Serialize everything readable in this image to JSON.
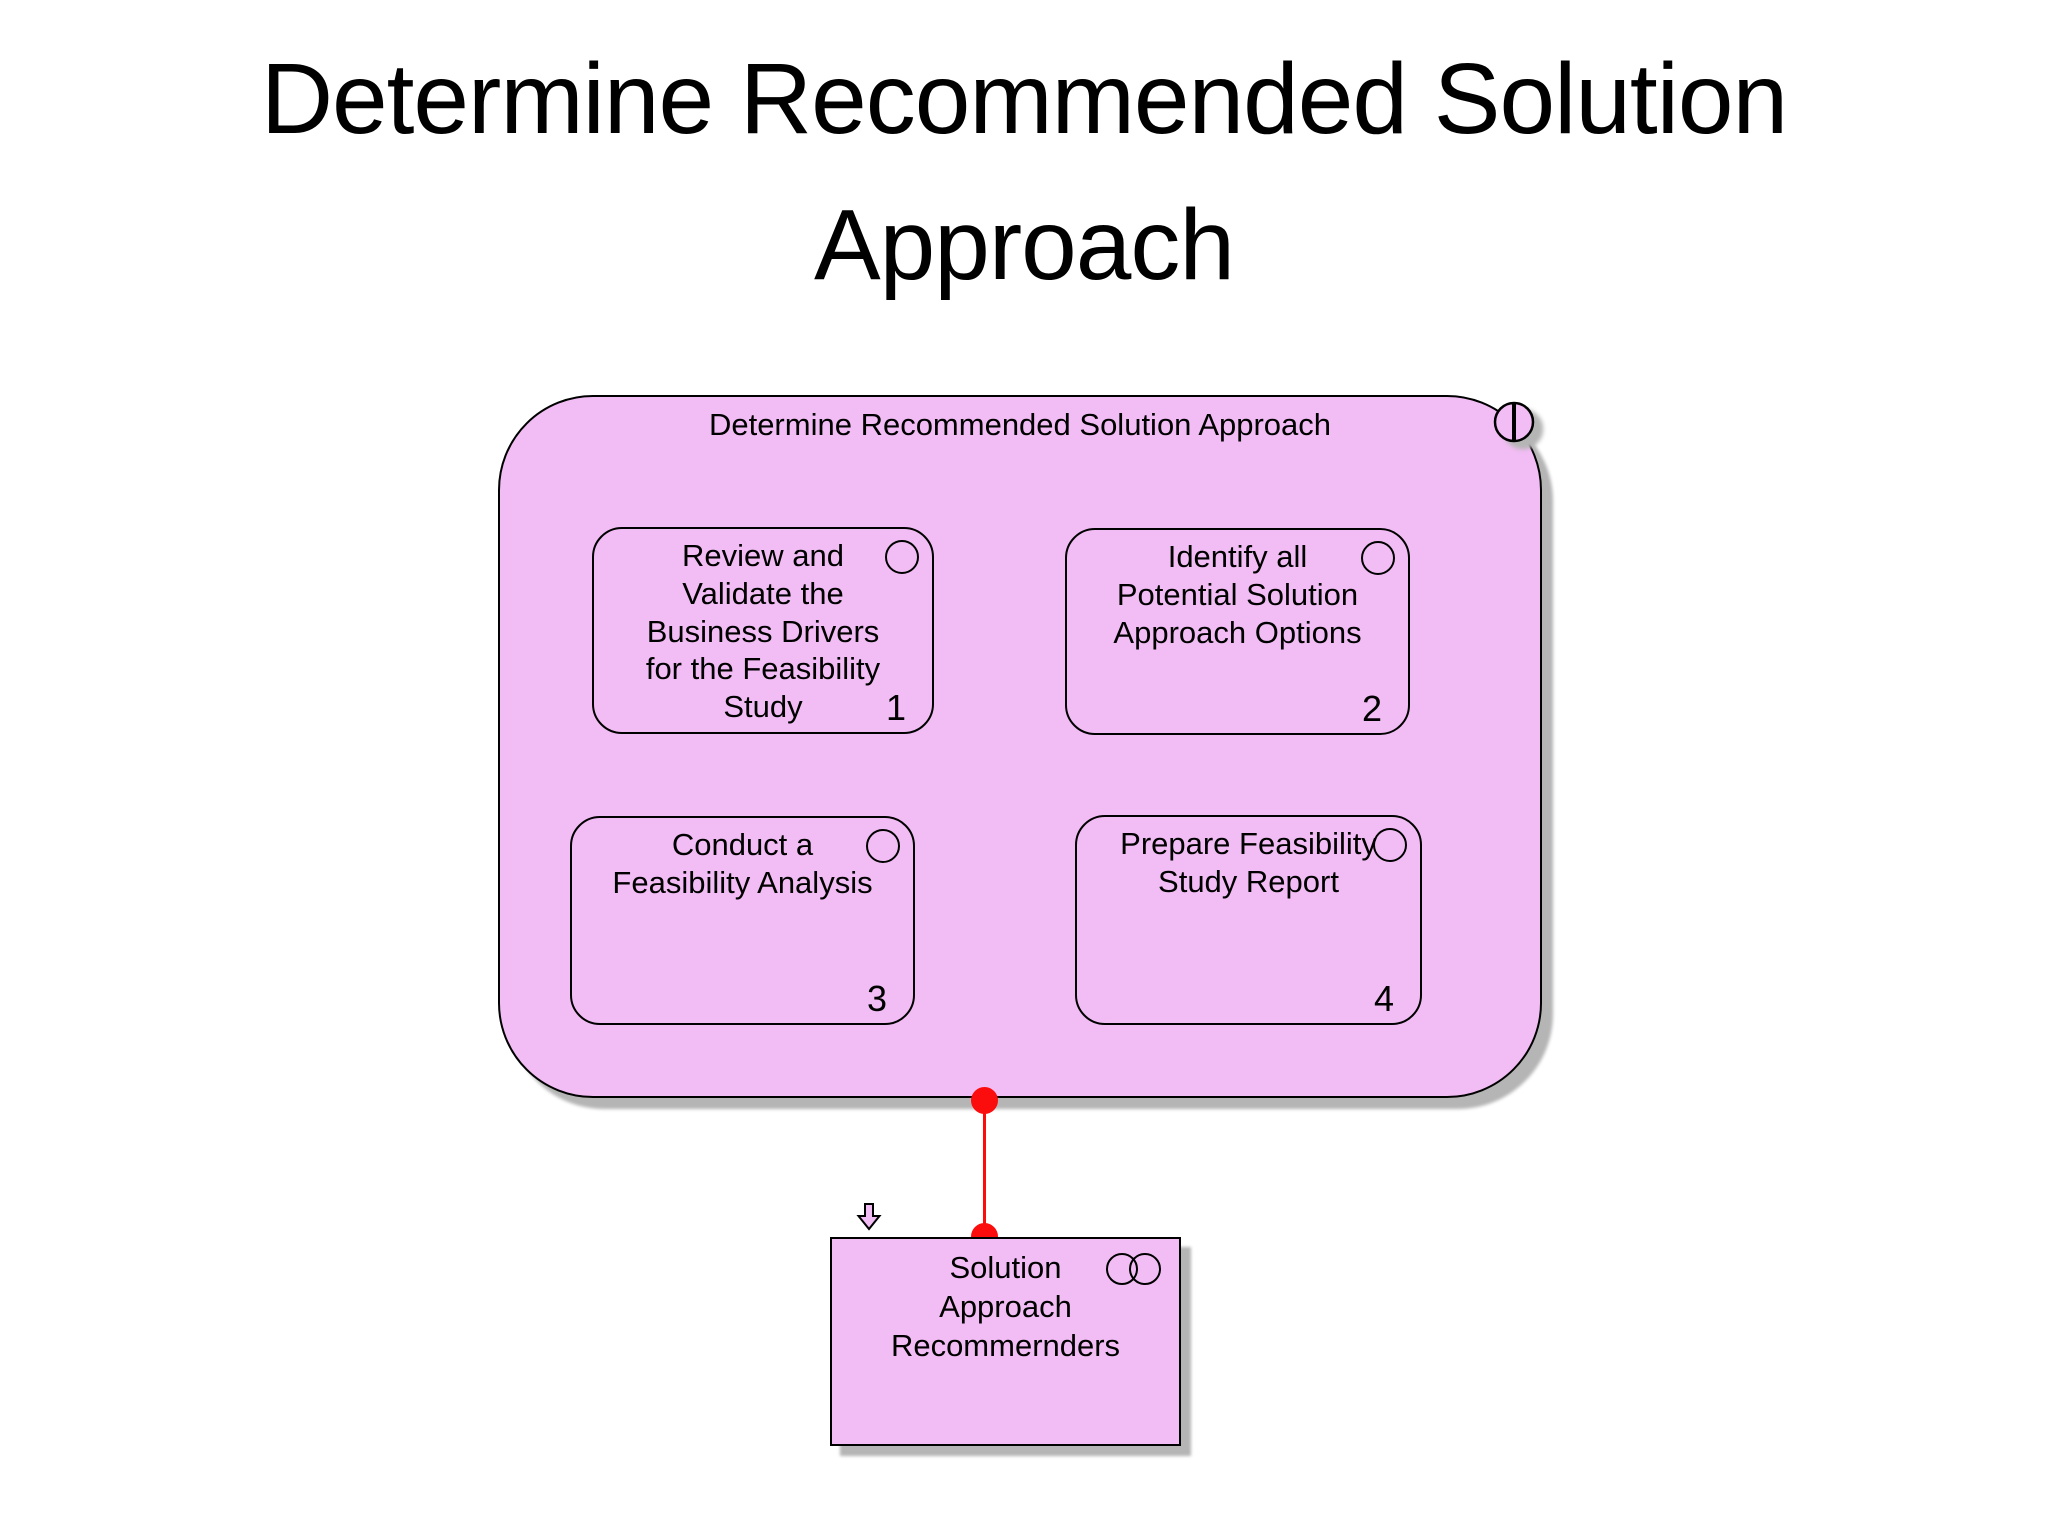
{
  "slide": {
    "title": "Determine Recommended Solution Approach",
    "background_color": "#ffffff"
  },
  "diagram": {
    "group": {
      "title": "Determine Recommended Solution Approach",
      "icon": "split-circle-icon",
      "fill_color": "#f2bdf4",
      "border_color": "#000000",
      "shadow_color": "#b5b5b5"
    },
    "processes": [
      {
        "number": "1",
        "label": "Review and\nValidate the\nBusiness Drivers\nfor the Feasibility\nStudy",
        "icon": "circle-icon"
      },
      {
        "number": "2",
        "label": "Identify all\nPotential Solution\nApproach Options",
        "icon": "circle-icon"
      },
      {
        "number": "3",
        "label": "Conduct a\nFeasibility Analysis",
        "icon": "circle-icon"
      },
      {
        "number": "4",
        "label": "Prepare Feasibility\nStudy Report",
        "icon": "circle-icon"
      }
    ],
    "connector": {
      "color": "#fb0d0d",
      "style": "vertical line with round endpoints"
    },
    "actor": {
      "label": "Solution\nApproach\nRecommernders",
      "icon": "overlapping-circles-icon",
      "input_marker_icon": "down-arrow-icon"
    }
  }
}
